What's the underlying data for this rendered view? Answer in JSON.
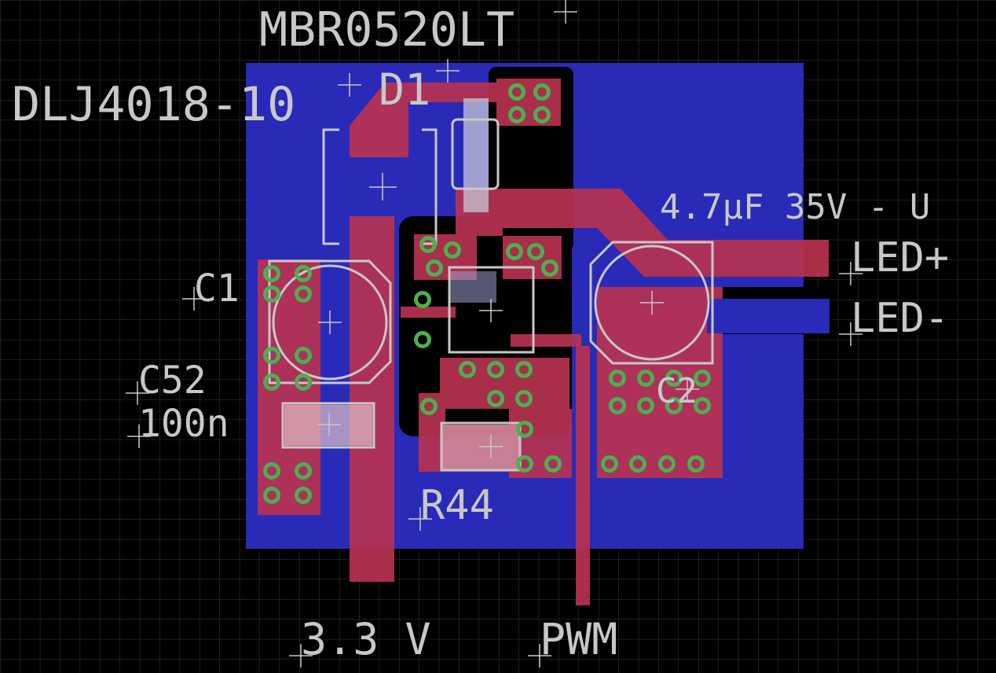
{
  "colors": {
    "background": "#000000",
    "grid": "#3a3a3a",
    "bottom_copper": "#2a2ab8",
    "top_copper": "#b83250",
    "via": "#4caf50",
    "silkscreen": "#c8c8c8",
    "clearance": "#000000"
  },
  "labels": {
    "diode_value": "MBR0520LT",
    "inductor_value": "DLJ4018-10",
    "diode_ref": "D1",
    "cap_ref_c1": "C1",
    "cap_ref_c52": "C52",
    "cap_value_c52": "100n",
    "cap_value_c2": "4.7µF 35V - U",
    "led_plus": "LED+",
    "led_minus": "LED-",
    "resistor_ref": "R44",
    "cap_ref_c2": "C2",
    "supply": "3.3 V",
    "pwm": "PWM"
  }
}
